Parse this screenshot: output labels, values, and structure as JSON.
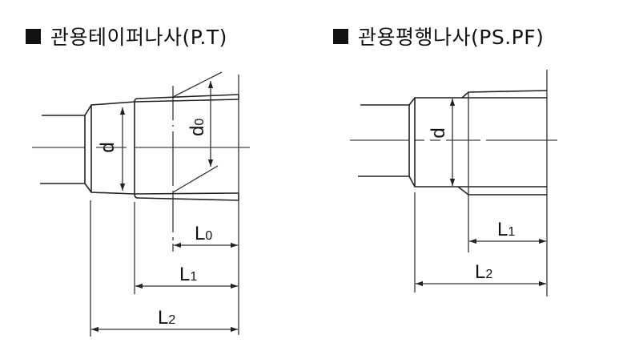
{
  "titles": {
    "left": "관용테이퍼나사(P.T)",
    "right": "관용평행나사(PS.PF)"
  },
  "icons": {
    "bullet": "black-square-icon"
  },
  "diagram_left": {
    "name": "Pipe taper thread (P.T)",
    "labels": {
      "d": "d",
      "d0_main": "d",
      "d0_sub": "0",
      "L0_main": "L",
      "L0_sub": "0",
      "L1_main": "L",
      "L1_sub": "1",
      "L2_main": "L",
      "L2_sub": "2"
    }
  },
  "diagram_right": {
    "name": "Pipe parallel thread (PS.PF)",
    "labels": {
      "d": "d",
      "L1_main": "L",
      "L1_sub": "1",
      "L2_main": "L",
      "L2_sub": "2"
    }
  }
}
